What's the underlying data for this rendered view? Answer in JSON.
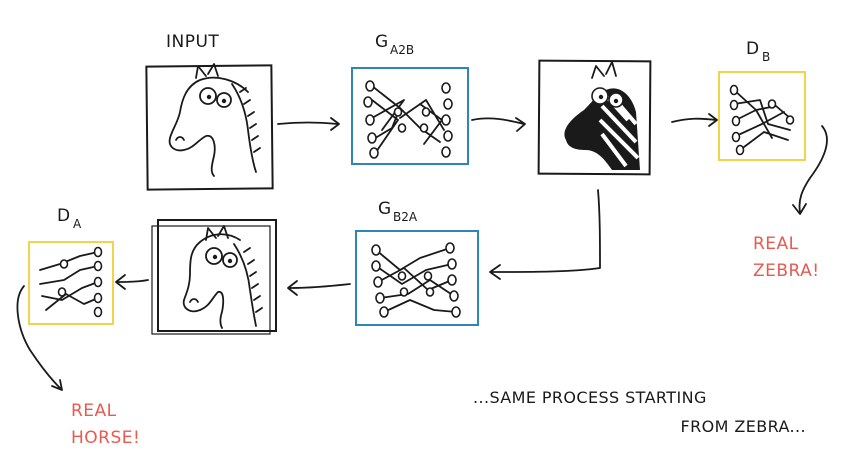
{
  "labels": {
    "input": "INPUT",
    "g_a2b_main": "G",
    "g_a2b_sub": "A2B",
    "g_b2a_main": "G",
    "g_b2a_sub": "B2A",
    "d_b_main": "D",
    "d_b_sub": "B",
    "d_a_main": "D",
    "d_a_sub": "A"
  },
  "verdicts": {
    "zebra_line1": "REAL",
    "zebra_line2": "ZEBRA!",
    "horse_line1": "REAL",
    "horse_line2": "HORSE!"
  },
  "note": {
    "line1": "...SAME PROCESS STARTING",
    "line2": "FROM ZEBRA..."
  },
  "colors": {
    "generator_frame": "#2f86b5",
    "discriminator_frame": "#f1d44a",
    "verdict_text": "#e85a4f",
    "ink": "#1a1a1a"
  }
}
